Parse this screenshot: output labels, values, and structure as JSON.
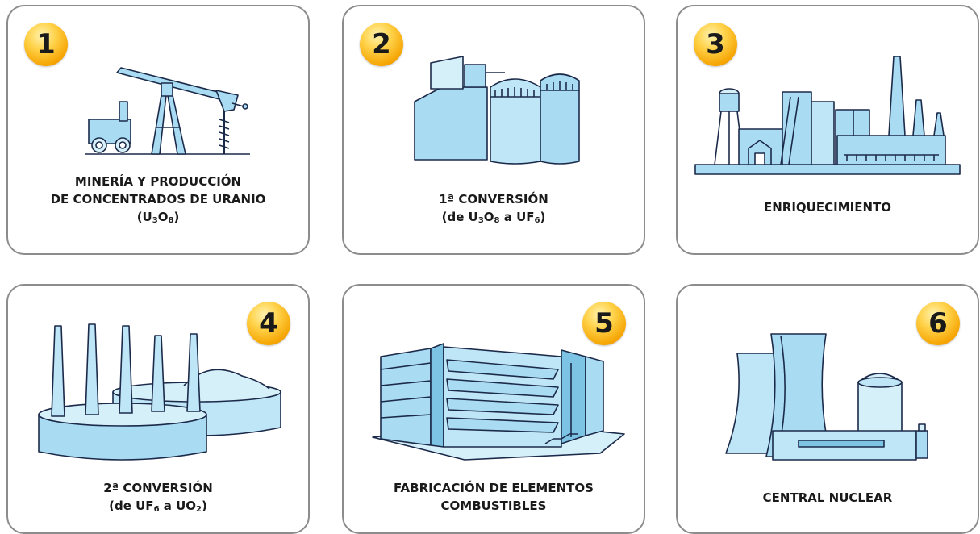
{
  "colors": {
    "fill": "#a9dcf2",
    "fill_light": "#d6f0fa",
    "fill_dark": "#7cc3e4",
    "stroke": "#1c2a4a",
    "badge": "#f5a300",
    "border": "#8c8c8c"
  },
  "steps": [
    {
      "number": "1",
      "icon": "mining-pump-icon",
      "label_lines": [
        "MINERÍA Y PRODUCCIÓN",
        "DE CONCENTRADOS DE URANIO"
      ],
      "formula": {
        "open": "(U",
        "s1": "3",
        "mid": "O",
        "s2": "8",
        "close": ")"
      }
    },
    {
      "number": "2",
      "icon": "conversion-silos-icon",
      "label_lines": [
        "1ª CONVERSIÓN"
      ],
      "formula": {
        "a": "(de U",
        "s1": "3",
        "b": "O",
        "s2": "8",
        "c": " a UF",
        "s3": "6",
        "d": ")"
      }
    },
    {
      "number": "3",
      "icon": "enrichment-plant-icon",
      "label_lines": [
        "ENRIQUECIMIENTO"
      ]
    },
    {
      "number": "4",
      "icon": "conversion-stacks-icon",
      "label_lines": [
        "2ª CONVERSIÓN"
      ],
      "formula": {
        "a": "(de UF",
        "s1": "6",
        "b": " a UO",
        "s2": "2",
        "c": ")"
      }
    },
    {
      "number": "5",
      "icon": "fuel-factory-icon",
      "label_lines": [
        "FABRICACIÓN DE ELEMENTOS",
        "COMBUSTIBLES"
      ]
    },
    {
      "number": "6",
      "icon": "nuclear-plant-icon",
      "label_lines": [
        "CENTRAL NUCLEAR"
      ]
    }
  ]
}
